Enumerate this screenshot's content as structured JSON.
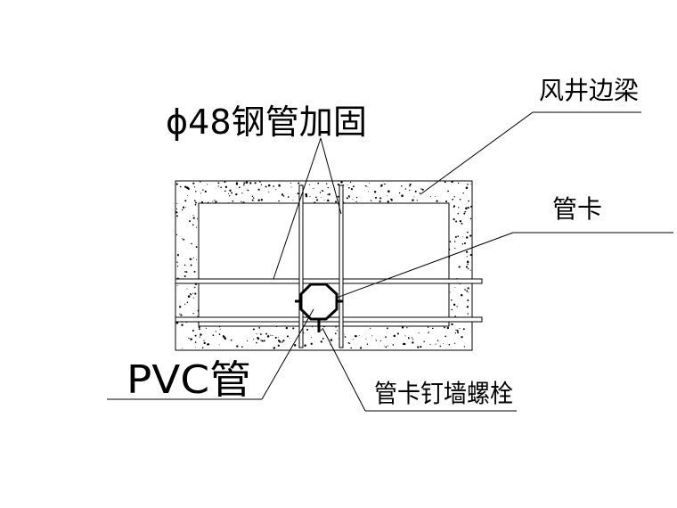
{
  "labels": {
    "steel_pipe": "ϕ48钢管加固",
    "beam": "风井边梁",
    "pipe_clamp": "管卡",
    "pvc_pipe": "PVC管",
    "bolt": "管卡钉墙螺栓"
  }
}
